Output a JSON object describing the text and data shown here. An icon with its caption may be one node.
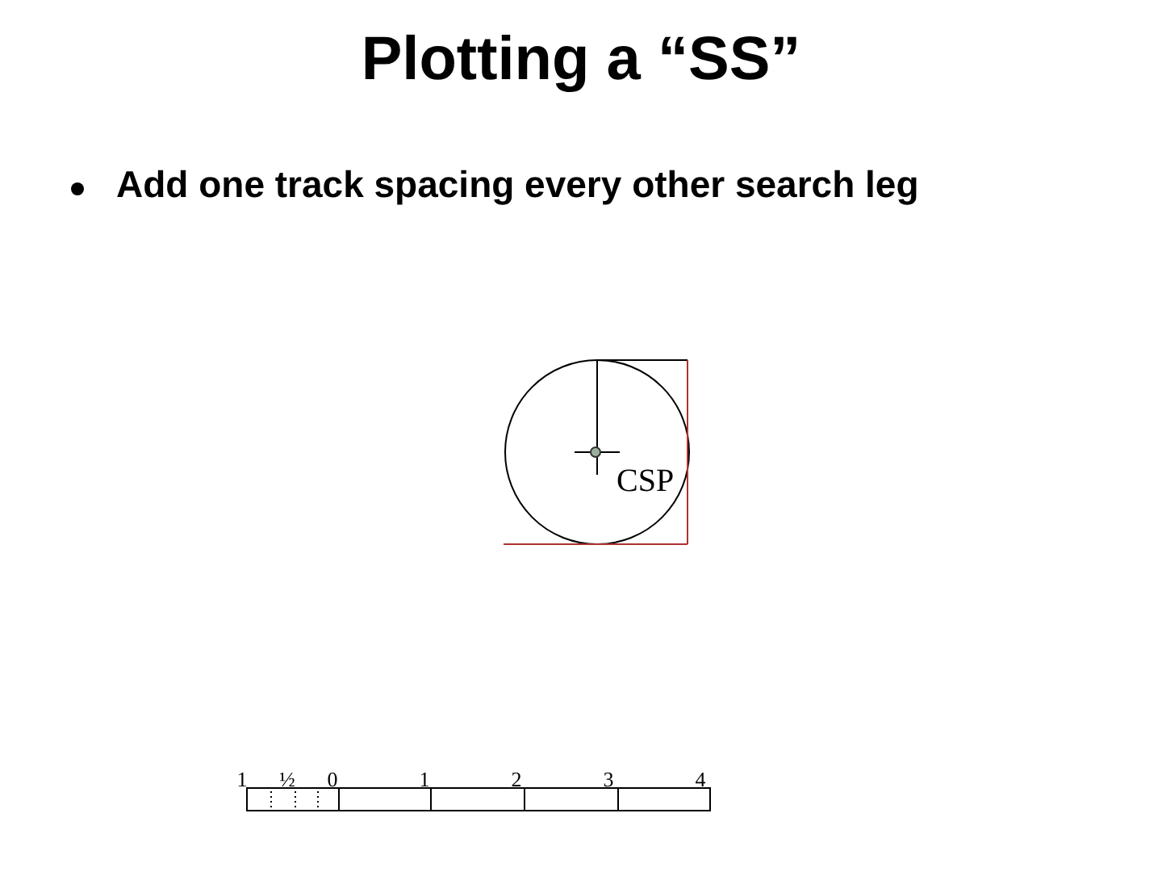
{
  "diagram": {
    "title": "Plotting a “SS”",
    "labels": [
      "Add one track spacing every other search leg",
      "CSP",
      "1",
      "½",
      "0",
      "1",
      "2",
      "3",
      "4"
    ]
  }
}
